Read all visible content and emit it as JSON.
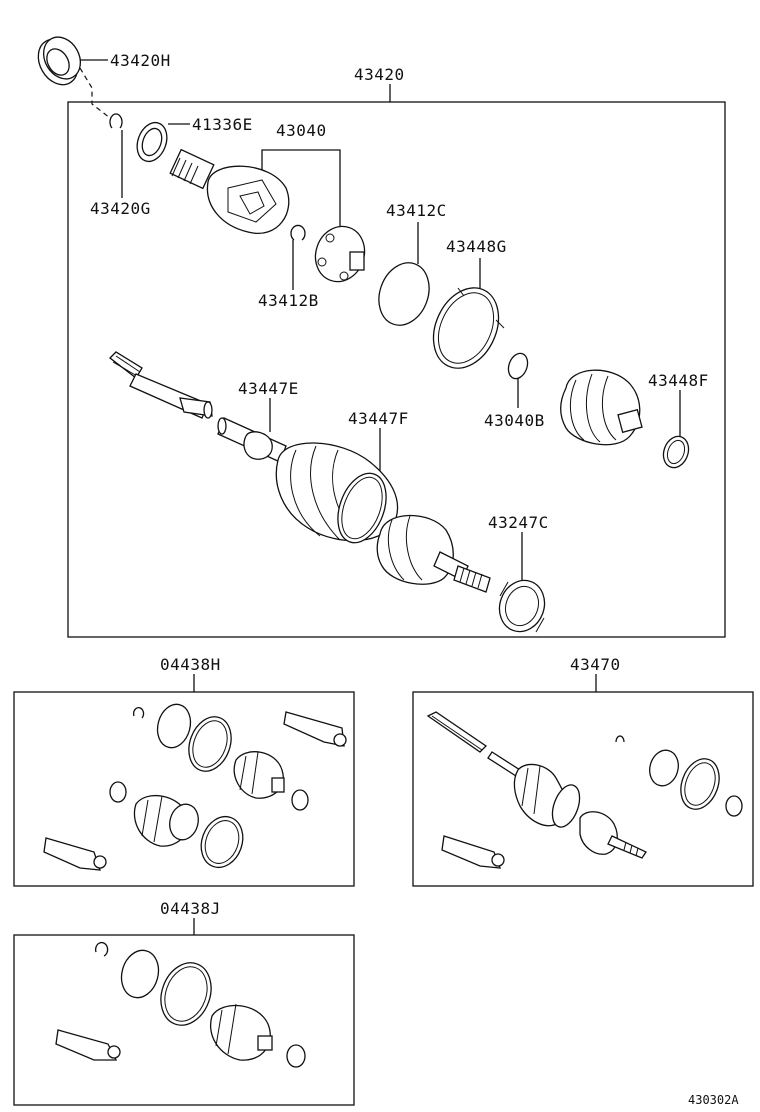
{
  "labels": {
    "p43420H": "43420H",
    "p43420": "43420",
    "p41336E": "41336E",
    "p43040": "43040",
    "p43420G": "43420G",
    "p43412C": "43412C",
    "p43448G": "43448G",
    "p43412B": "43412B",
    "p43447E": "43447E",
    "p43448F": "43448F",
    "p43040B": "43040B",
    "p43447F": "43447F",
    "p43247C": "43247C",
    "p04438H": "04438H",
    "p43470": "43470",
    "p04438J": "04438J"
  },
  "diagram_ref": "430302A"
}
